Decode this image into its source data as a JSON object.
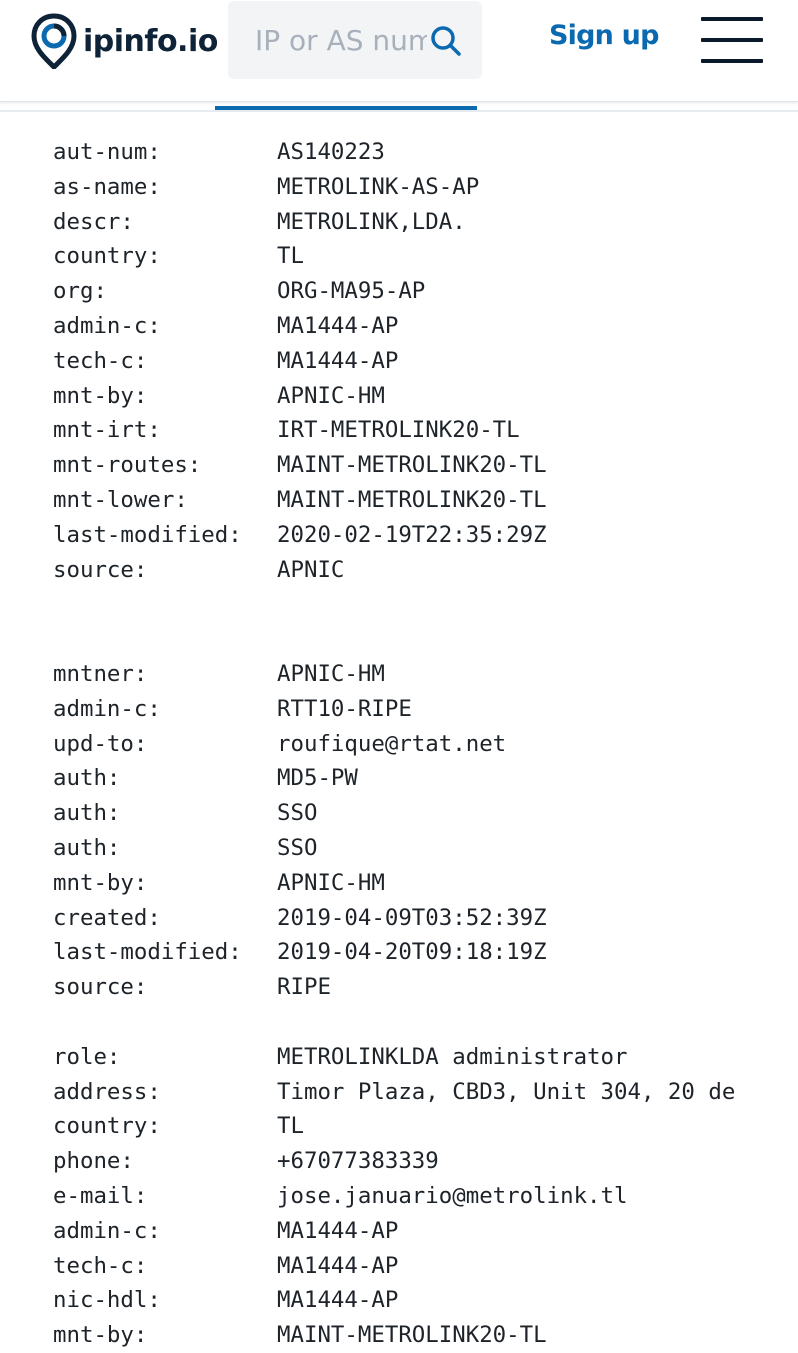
{
  "header": {
    "logo_text": "ipinfo.io",
    "search_placeholder": "IP or AS number",
    "signup_label": "Sign up"
  },
  "icons": {
    "logo": "map-pin-logo",
    "search": "search-icon",
    "menu": "hamburger-menu-icon"
  },
  "colors": {
    "brand_dark": "#0e2337",
    "accent_blue": "#0b69b0",
    "text": "#1d2329"
  },
  "whois": {
    "block1": [
      {
        "key": "aut-num:",
        "value": "AS140223"
      },
      {
        "key": "as-name:",
        "value": "METROLINK-AS-AP"
      },
      {
        "key": "descr:",
        "value": "METROLINK,LDA."
      },
      {
        "key": "country:",
        "value": "TL"
      },
      {
        "key": "org:",
        "value": "ORG-MA95-AP"
      },
      {
        "key": "admin-c:",
        "value": "MA1444-AP"
      },
      {
        "key": "tech-c:",
        "value": "MA1444-AP"
      },
      {
        "key": "mnt-by:",
        "value": "APNIC-HM"
      },
      {
        "key": "mnt-irt:",
        "value": "IRT-METROLINK20-TL"
      },
      {
        "key": "mnt-routes:",
        "value": "MAINT-METROLINK20-TL"
      },
      {
        "key": "mnt-lower:",
        "value": "MAINT-METROLINK20-TL"
      },
      {
        "key": "last-modified:",
        "value": "2020-02-19T22:35:29Z"
      },
      {
        "key": "source:",
        "value": "APNIC"
      }
    ],
    "block2": [
      {
        "key": "mntner:",
        "value": "APNIC-HM"
      },
      {
        "key": "admin-c:",
        "value": "RTT10-RIPE"
      },
      {
        "key": "upd-to:",
        "value": "roufique@rtat.net"
      },
      {
        "key": "auth:",
        "value": "MD5-PW"
      },
      {
        "key": "auth:",
        "value": "SSO"
      },
      {
        "key": "auth:",
        "value": "SSO"
      },
      {
        "key": "mnt-by:",
        "value": "APNIC-HM"
      },
      {
        "key": "created:",
        "value": "2019-04-09T03:52:39Z"
      },
      {
        "key": "last-modified:",
        "value": "2019-04-20T09:18:19Z"
      },
      {
        "key": "source:",
        "value": "RIPE"
      }
    ],
    "block3": [
      {
        "key": "role:",
        "value": "METROLINKLDA administrator"
      },
      {
        "key": "address:",
        "value": "Timor Plaza, CBD3, Unit 304, 20 de"
      },
      {
        "key": "country:",
        "value": "TL"
      },
      {
        "key": "phone:",
        "value": "+67077383339"
      },
      {
        "key": "e-mail:",
        "value": "jose.januario@metrolink.tl"
      },
      {
        "key": "admin-c:",
        "value": "MA1444-AP"
      },
      {
        "key": "tech-c:",
        "value": "MA1444-AP"
      },
      {
        "key": "nic-hdl:",
        "value": "MA1444-AP"
      },
      {
        "key": "mnt-by:",
        "value": "MAINT-METROLINK20-TL"
      }
    ]
  }
}
